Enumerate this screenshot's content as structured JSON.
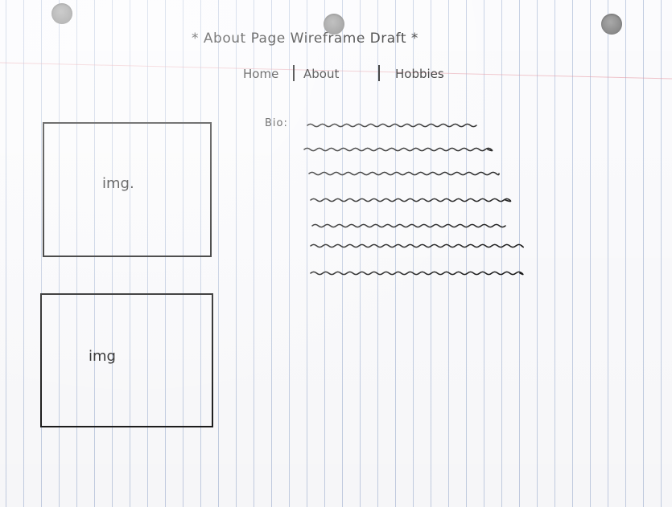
{
  "page": {
    "title": "* About Page Wireframe Draft *"
  },
  "nav": {
    "items": [
      {
        "label": "Home"
      },
      {
        "label": "About"
      },
      {
        "label": "Hobbies"
      }
    ]
  },
  "images": [
    {
      "label": "img."
    },
    {
      "label": "img"
    }
  ],
  "bio": {
    "label": "Bio:",
    "line_count": 7
  },
  "colors": {
    "ink": "#1a1a1a",
    "rule_line": "#96aacd",
    "paper": "#fbfbfd",
    "hole": "#8d8d8d"
  }
}
